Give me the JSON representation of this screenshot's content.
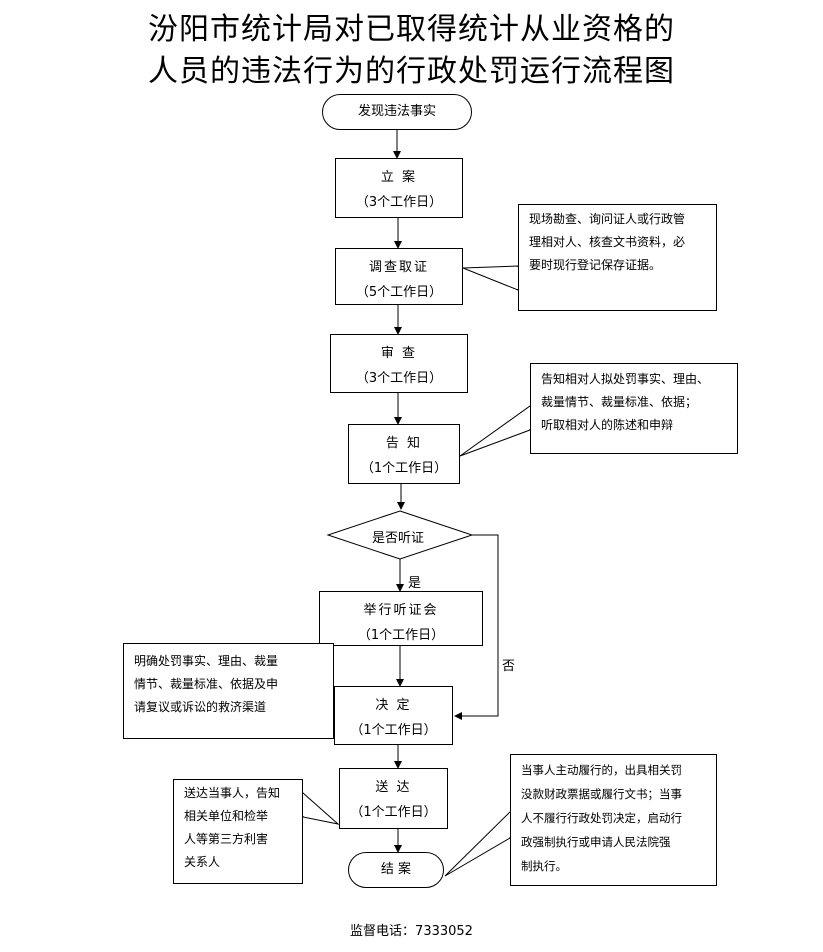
{
  "title": {
    "line1": "汾阳市统计局对已取得统计从业资格的",
    "line2": "人员的违法行为的行政处罚运行流程图"
  },
  "steps": {
    "start": "发现违法事实",
    "filing": {
      "name": "立  案",
      "time": "（3个工作日）"
    },
    "investigation": {
      "name": "调查取证",
      "time": "（5个工作日）"
    },
    "review": {
      "name": "审  查",
      "time": "（3个工作日）"
    },
    "notify": {
      "name": "告  知",
      "time": "（1个工作日）"
    },
    "hearing_decision": "是否听证",
    "hearing": {
      "name": "举行听证会",
      "time": "（1个工作日）"
    },
    "decision": {
      "name": "决  定",
      "time": "（1个工作日）"
    },
    "delivery": {
      "name": "送  达",
      "time": "（1个工作日）"
    },
    "end": "结  案"
  },
  "branch_labels": {
    "yes": "是",
    "no": "否"
  },
  "notes": {
    "investigation": [
      "现场勘查、询问证人或行政管",
      "理相对人、核查文书资料，必",
      "要时现行登记保存证据。"
    ],
    "notify": [
      "告知相对人拟处罚事实、理由、",
      "裁量情节、裁量标准、依据；",
      "听取相对人的陈述和申辩"
    ],
    "decision": [
      "明确处罚事实、理由、裁量",
      "情节、裁量标准、依据及申",
      "请复议或诉讼的救济渠道"
    ],
    "delivery": [
      "送达当事人，告知",
      "相关单位和检举",
      "人等第三方利害",
      "关系人"
    ],
    "end": [
      "当事人主动履行的，出具相关罚",
      "没款财政票据或履行文书；当事",
      "人不履行行政处罚决定，启动行",
      "政强制执行或申请人民法院强",
      "制执行。"
    ]
  },
  "footer": {
    "label": "监督电话：",
    "phone": "7333052"
  }
}
